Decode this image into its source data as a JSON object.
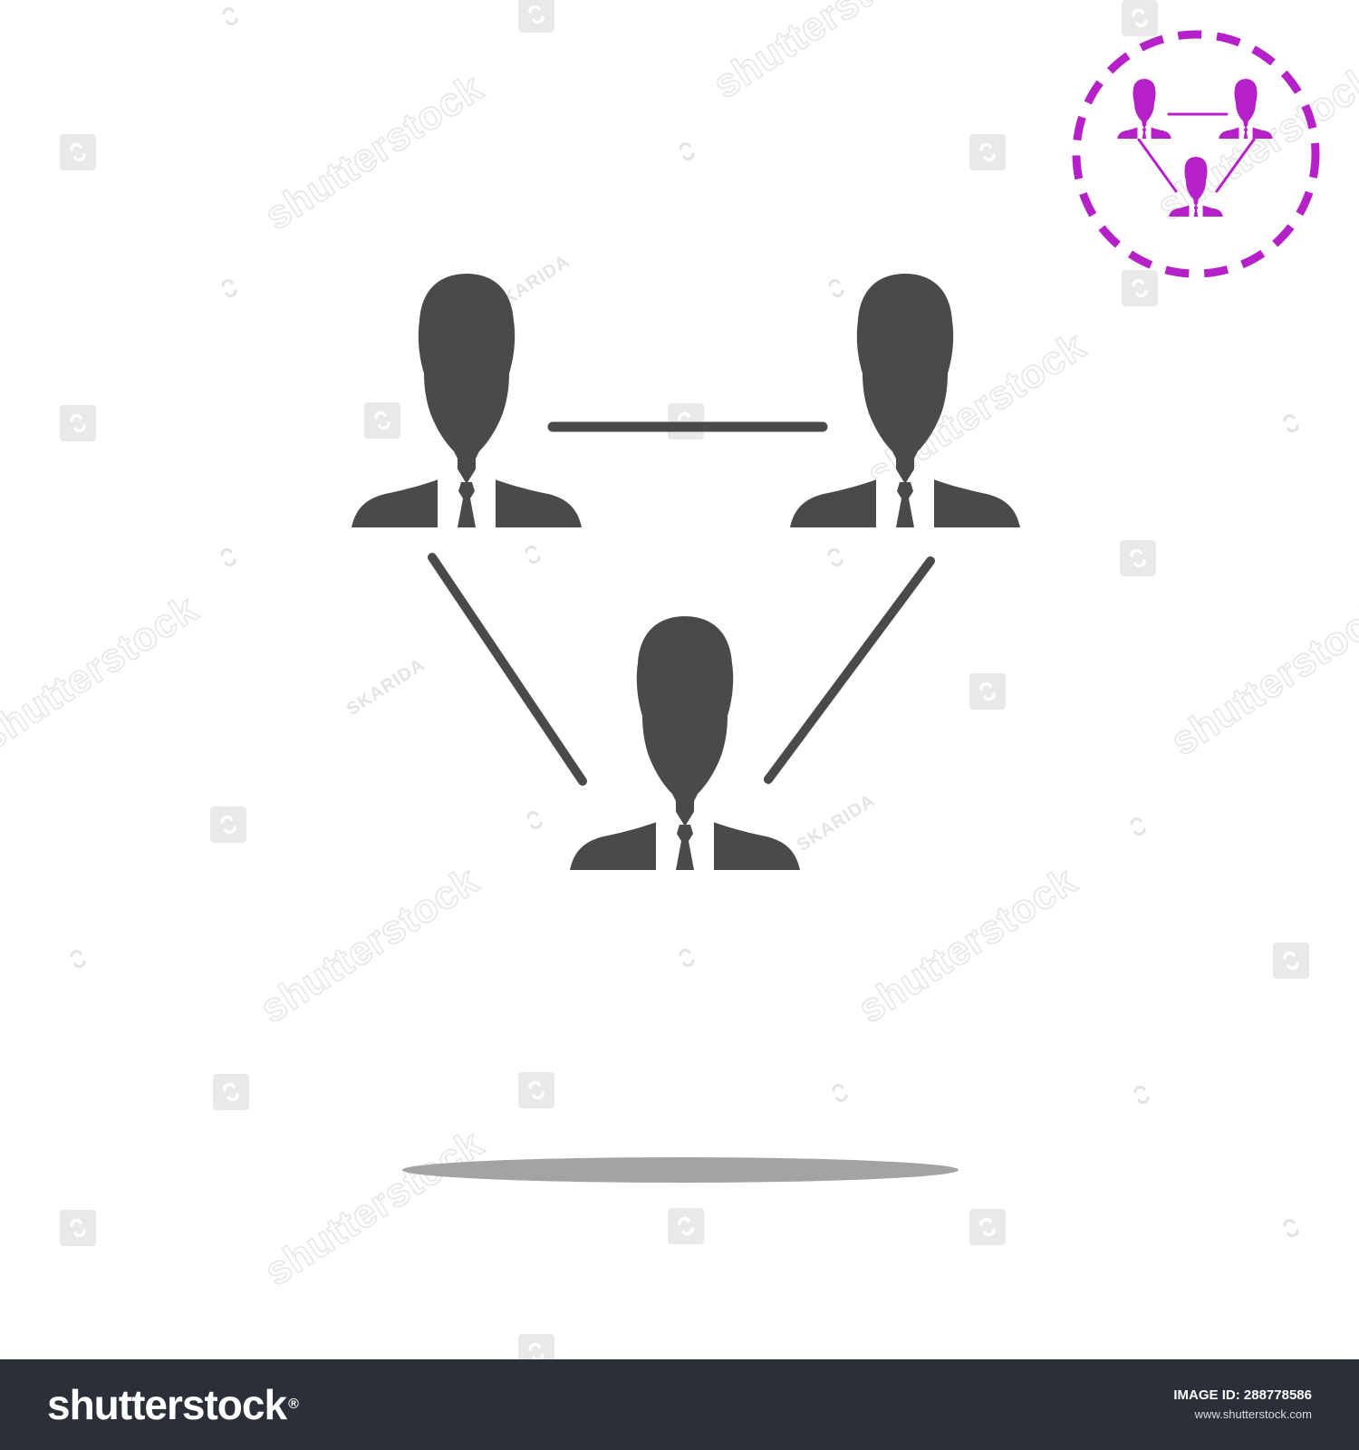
{
  "colors": {
    "background": "#ffffff",
    "icon_gray": "#4a4a4a",
    "accent_magenta": "#b620c8",
    "shadow_gray": "#a3a3a3",
    "footer_bg": "#2b2f38",
    "watermark": "#e6e6e6"
  },
  "icons": {
    "main": "three-person-network-triangle-icon",
    "badge": "dashed-circle-network-badge-icon"
  },
  "watermarks": {
    "brand": "shutterstock",
    "artist": "SKARIDA"
  },
  "footer": {
    "logo_text": "shutterstock",
    "logo_mark": "®",
    "image_id_label": "IMAGE ID:",
    "image_id": "288778586",
    "site_url": "www.shutterstock.com"
  }
}
